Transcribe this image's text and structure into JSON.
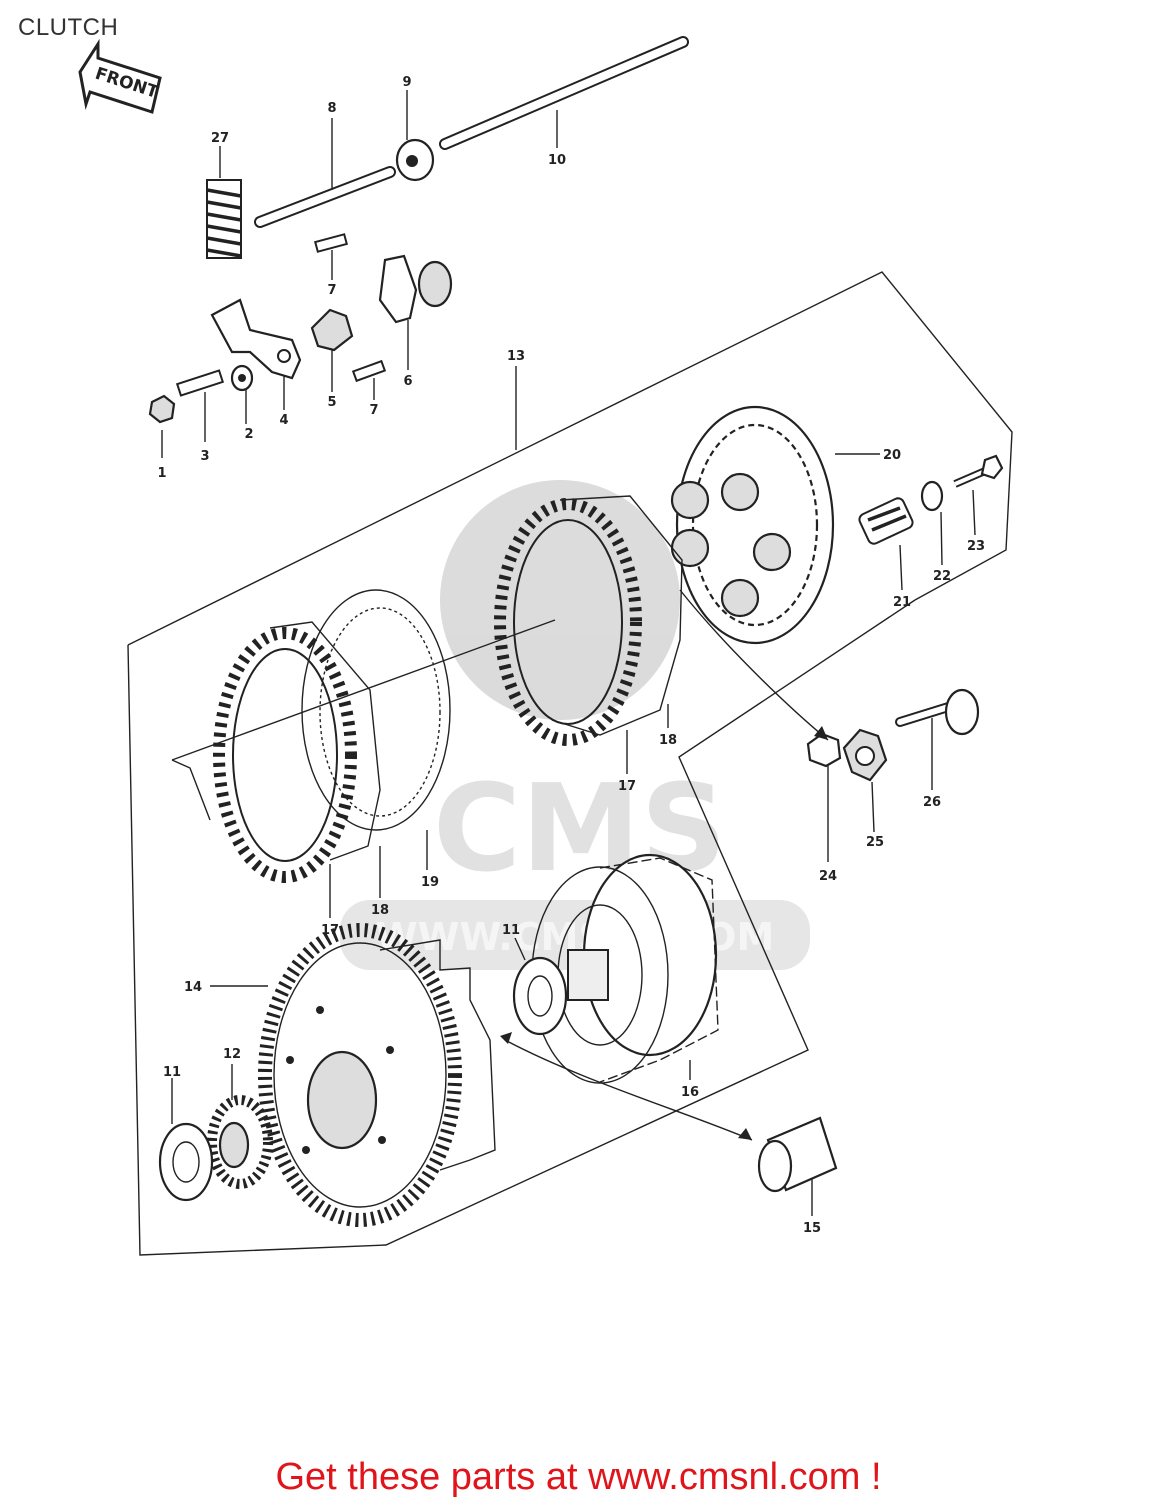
{
  "title": "CLUTCH",
  "front_arrow_label": "FRONT",
  "watermark": {
    "logo": "CMS",
    "site": "WWW.CMSNL.COM"
  },
  "callouts": {
    "c1": "1",
    "c2": "2",
    "c3": "3",
    "c4": "4",
    "c5": "5",
    "c6": "6",
    "c7a": "7",
    "c7b": "7",
    "c8": "8",
    "c9": "9",
    "c10": "10",
    "c11a": "11",
    "c11b": "11",
    "c12": "12",
    "c13": "13",
    "c14": "14",
    "c15": "15",
    "c16": "16",
    "c17a": "17",
    "c17b": "17",
    "c18a": "18",
    "c18b": "18",
    "c19": "19",
    "c20": "20",
    "c21": "21",
    "c22": "22",
    "c23": "23",
    "c24": "24",
    "c25": "25",
    "c26": "26",
    "c27": "27"
  },
  "footer": {
    "text": "Get these parts at www.cmsnl.com !",
    "color": "#e0141b"
  }
}
